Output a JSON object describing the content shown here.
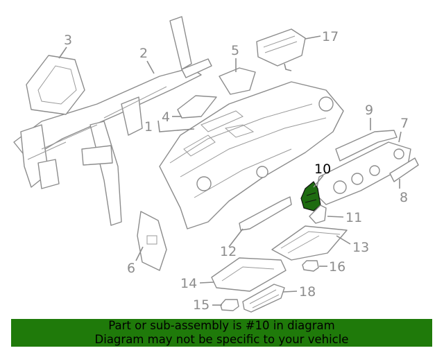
{
  "callouts": {
    "c1": "1",
    "c2": "2",
    "c3": "3",
    "c4": "4",
    "c5": "5",
    "c6": "6",
    "c7": "7",
    "c8": "8",
    "c9": "9",
    "c10": "10",
    "c11": "11",
    "c12": "12",
    "c13": "13",
    "c14": "14",
    "c15": "15",
    "c16": "16",
    "c17": "17",
    "c18": "18"
  },
  "highlight_part": "10",
  "colors": {
    "banner": "#1f7a0a",
    "highlight_part": "#1e6b10",
    "line": "#8c8c8c"
  },
  "banner": {
    "line1": "Part or sub-assembly is #10 in diagram",
    "line2": "Diagram may not be specific to your vehicle"
  }
}
